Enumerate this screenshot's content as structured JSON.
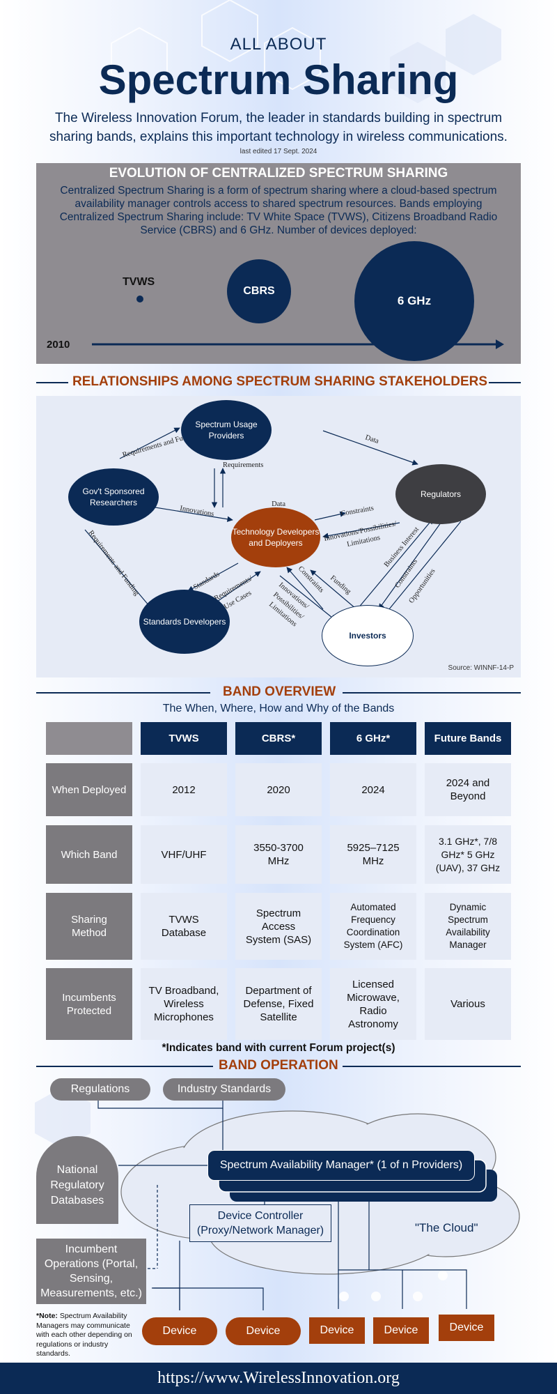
{
  "header": {
    "small_title": "ALL ABOUT",
    "big_title": "Spectrum Sharing",
    "intro": "The Wireless Innovation Forum, the leader in standards building in spectrum sharing bands, explains this important technology in wireless communications.",
    "last_edited": "last edited 17 Sept. 2024"
  },
  "evolution": {
    "title": "EVOLUTION OF CENTRALIZED SPECTRUM SHARING",
    "text": "Centralized Spectrum Sharing is a form of spectrum sharing where a cloud-based spectrum availability manager controls access to shared spectrum resources.  Bands employing Centralized Spectrum Sharing include: TV White Space (TVWS), Citizens Broadband Radio Service (CBRS) and 6 GHz. Number of devices deployed:",
    "start_year": "2010",
    "bubbles": [
      "TVWS",
      "CBRS",
      "6 GHz"
    ]
  },
  "relationships": {
    "title": "RELATIONSHIPS AMONG SPECTRUM SHARING STAKEHOLDERS",
    "nodes": {
      "spectrum_usage": "Spectrum Usage Providers",
      "govt": "Gov't Sponsored Researchers",
      "regulators": "Regulators",
      "tech": "Technology Developers and Deployers",
      "standards": "Standards Developers",
      "investors": "Investors"
    },
    "edges": {
      "req_funding_top": "Requirements and Funding",
      "data_top": "Data",
      "requirements": "Requirements",
      "data_mid": "Data",
      "innovations": "Innovations",
      "constraints_reg": "Constraints",
      "innov_poss_lim_reg_1": "Innovations/Possibilities/",
      "innov_poss_lim_reg_2": "Limitations",
      "req_funding_left": "Requirements and Funding",
      "standards": "Standards",
      "req_use_1": "Requirements/",
      "req_use_2": "Use Cases",
      "constraints_inv": "Constraints",
      "innov_inv_1": "Innovations/",
      "innov_inv_2": "Possibilities/",
      "innov_inv_3": "Limitations",
      "funding": "Funding",
      "business_interest": "Business Interest",
      "constraints_reg_inv": "Constraints",
      "opportunities": "Opportunities"
    },
    "source": "Source:  WINNF-14-P"
  },
  "band_overview": {
    "title": "BAND OVERVIEW",
    "subtitle": "The When, Where, How and Why of the Bands",
    "columns": [
      "TVWS",
      "CBRS*",
      "6 GHz*",
      "Future Bands"
    ],
    "rows": [
      {
        "label": "When Deployed",
        "cells": [
          "2012",
          "2020",
          "2024",
          "2024 and Beyond"
        ]
      },
      {
        "label": "Which Band",
        "cells": [
          "VHF/UHF",
          "3550-3700 MHz",
          "5925–7125 MHz",
          "3.1 GHz*, 7/8 GHz* 5 GHz (UAV),  37 GHz"
        ]
      },
      {
        "label": "Sharing Method",
        "cells": [
          "TVWS Database",
          "Spectrum Access System (SAS)",
          "Automated Frequency Coordination System (AFC)",
          "Dynamic Spectrum Availability Manager"
        ]
      },
      {
        "label": "Incumbents Protected",
        "cells": [
          "TV Broadband, Wireless Microphones",
          "Department of Defense, Fixed Satellite",
          "Licensed Microwave, Radio Astronomy",
          "Various"
        ]
      }
    ],
    "note": "*Indicates band with current Forum project(s)"
  },
  "band_operation": {
    "title": "BAND OPERATION",
    "regulations": "Regulations",
    "industry_standards": "Industry Standards",
    "national_db": "National Regulatory Databases",
    "sam": "Spectrum Availability Manager* (1 of n Providers)",
    "cloud": "\"The Cloud\"",
    "device_controller": "Device Controller (Proxy/Network Manager)",
    "incumbent_ops": "Incumbent Operations (Portal, Sensing, Measurements, etc.)",
    "note_bold": "*Note:",
    "note_text": " Spectrum Availability Managers may communicate with each other depending on regulations or industry standards.",
    "device": "Device"
  },
  "footer": {
    "url": "https://www.WirelessInnovation.org"
  },
  "colors": {
    "navy": "#0b2a55",
    "rust": "#a33f0c",
    "gray": "#7c7a7e",
    "panel": "#e6ebf6"
  }
}
